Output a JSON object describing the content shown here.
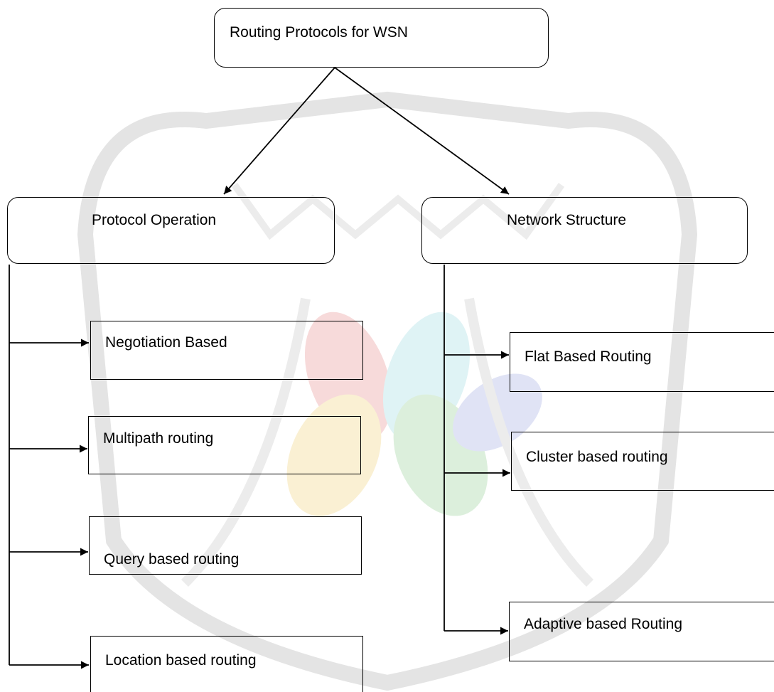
{
  "root": {
    "label": "Routing Protocols for WSN"
  },
  "categories": [
    {
      "label": "Protocol Operation",
      "children": [
        "Negotiation Based",
        "Multipath routing",
        "Query based routing",
        "Location based routing"
      ]
    },
    {
      "label": "Network Structure",
      "children": [
        "Flat Based Routing",
        "Cluster based routing",
        "Adaptive based Routing"
      ]
    }
  ],
  "colors": {
    "line": "#000000",
    "watermark": "#d8d8d8"
  }
}
